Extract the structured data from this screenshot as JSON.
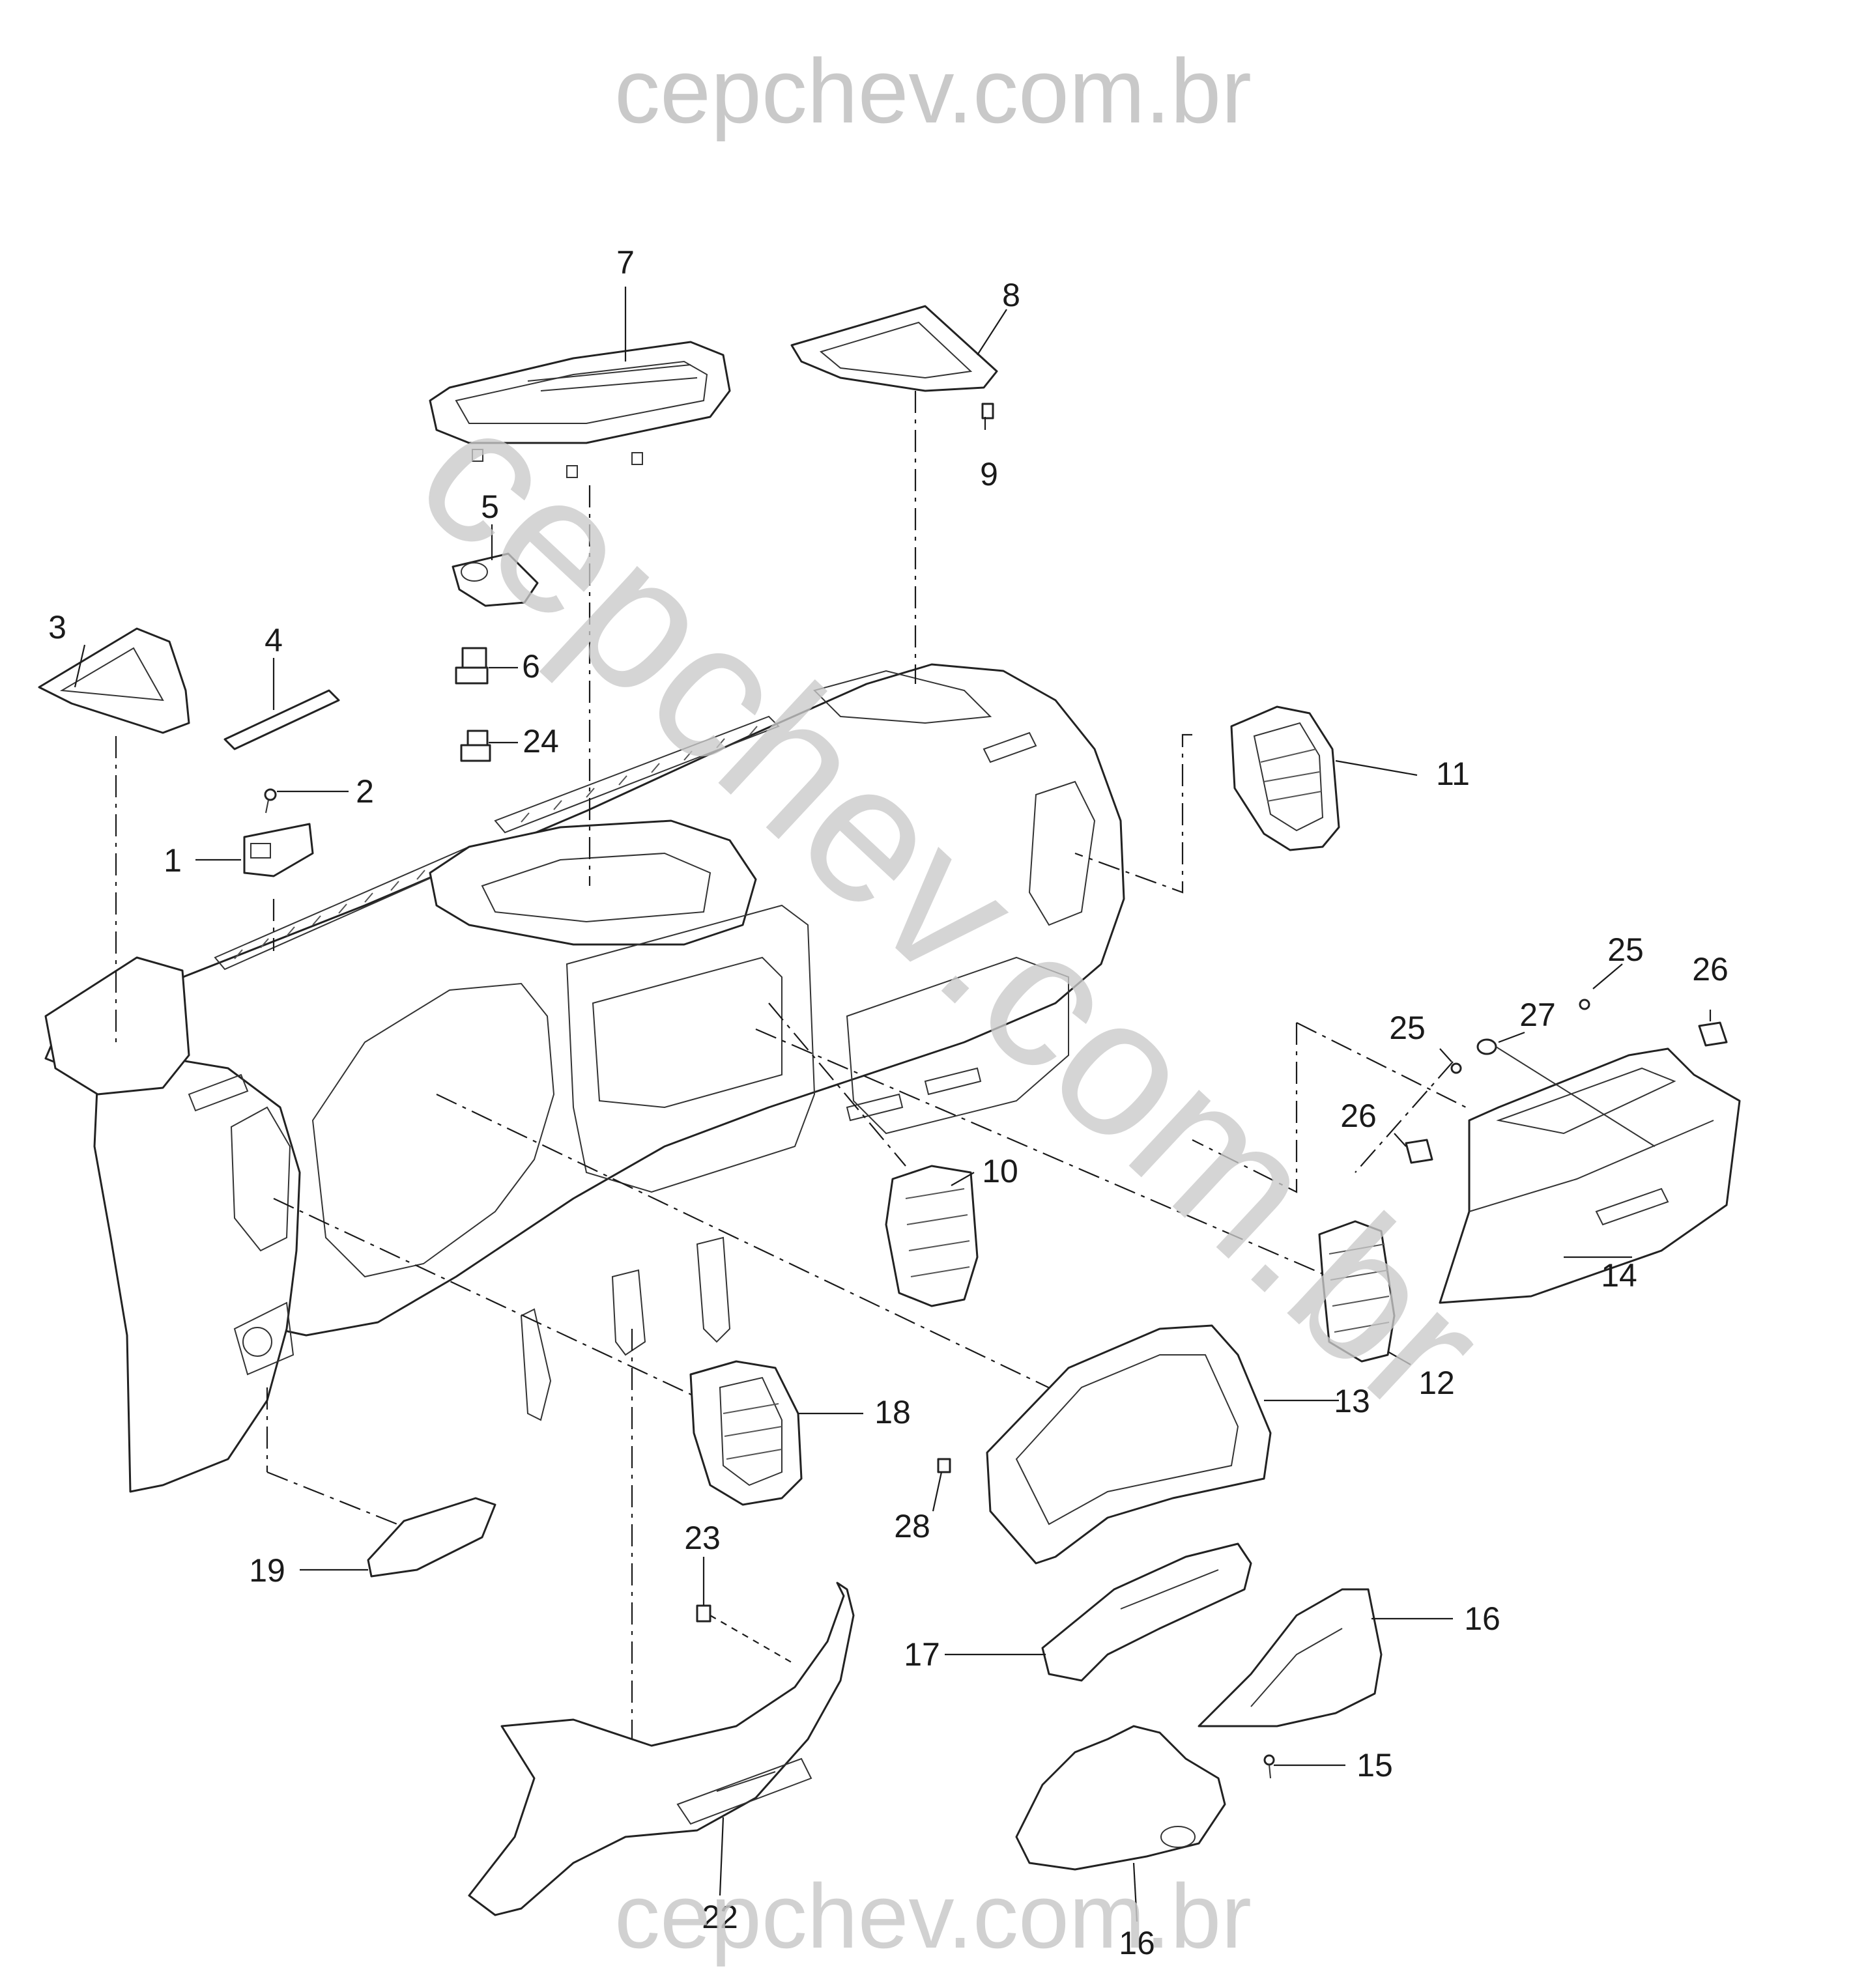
{
  "watermark": {
    "top": "cepchev.com.br",
    "diagonal": "cepchev.com.br",
    "bottom": "cepchev.com.br",
    "color": "#c9c9c9"
  },
  "callouts": [
    {
      "id": "c1",
      "label": "1"
    },
    {
      "id": "c2",
      "label": "2"
    },
    {
      "id": "c3",
      "label": "3"
    },
    {
      "id": "c4",
      "label": "4"
    },
    {
      "id": "c5",
      "label": "5"
    },
    {
      "id": "c6",
      "label": "6"
    },
    {
      "id": "c24a",
      "label": "24"
    },
    {
      "id": "c7",
      "label": "7"
    },
    {
      "id": "c8",
      "label": "8"
    },
    {
      "id": "c9",
      "label": "9"
    },
    {
      "id": "c11",
      "label": "11"
    },
    {
      "id": "c25a",
      "label": "25"
    },
    {
      "id": "c26a",
      "label": "26"
    },
    {
      "id": "c25b",
      "label": "25"
    },
    {
      "id": "c27",
      "label": "27"
    },
    {
      "id": "c26b",
      "label": "26"
    },
    {
      "id": "c10",
      "label": "10"
    },
    {
      "id": "c14",
      "label": "14"
    },
    {
      "id": "c12",
      "label": "12"
    },
    {
      "id": "c13",
      "label": "13"
    },
    {
      "id": "c18",
      "label": "18"
    },
    {
      "id": "c28",
      "label": "28"
    },
    {
      "id": "c19",
      "label": "19"
    },
    {
      "id": "c23",
      "label": "23"
    },
    {
      "id": "c16a",
      "label": "16"
    },
    {
      "id": "c17",
      "label": "17"
    },
    {
      "id": "c15",
      "label": "15"
    },
    {
      "id": "c22",
      "label": "22"
    },
    {
      "id": "c16b",
      "label": "16"
    }
  ]
}
